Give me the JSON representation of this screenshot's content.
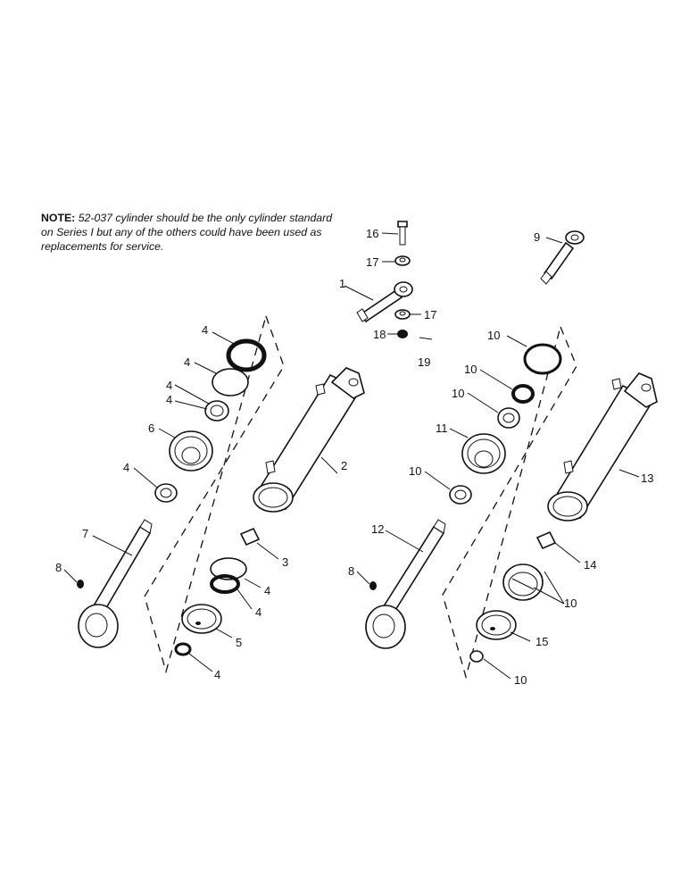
{
  "note": {
    "label": "NOTE:",
    "text": "52-037 cylinder should be the only cylinder standard on Series I but any of the others could have been used as replacements for service."
  },
  "callouts": {
    "c1": "1",
    "c2": "2",
    "c3": "3",
    "c4a": "4",
    "c4b": "4",
    "c4c": "4",
    "c4d": "4",
    "c4e": "4",
    "c4f": "4",
    "c4g": "4",
    "c5": "5",
    "c6": "6",
    "c7": "7",
    "c8a": "8",
    "c8b": "8",
    "c9": "9",
    "c10a": "10",
    "c10b": "10",
    "c10c": "10",
    "c10d": "10",
    "c10e": "10",
    "c10f": "10",
    "c11": "11",
    "c12": "12",
    "c13": "13",
    "c14": "14",
    "c15": "15",
    "c16": "16",
    "c17a": "17",
    "c17b": "17",
    "c18": "18",
    "c19": "19"
  }
}
